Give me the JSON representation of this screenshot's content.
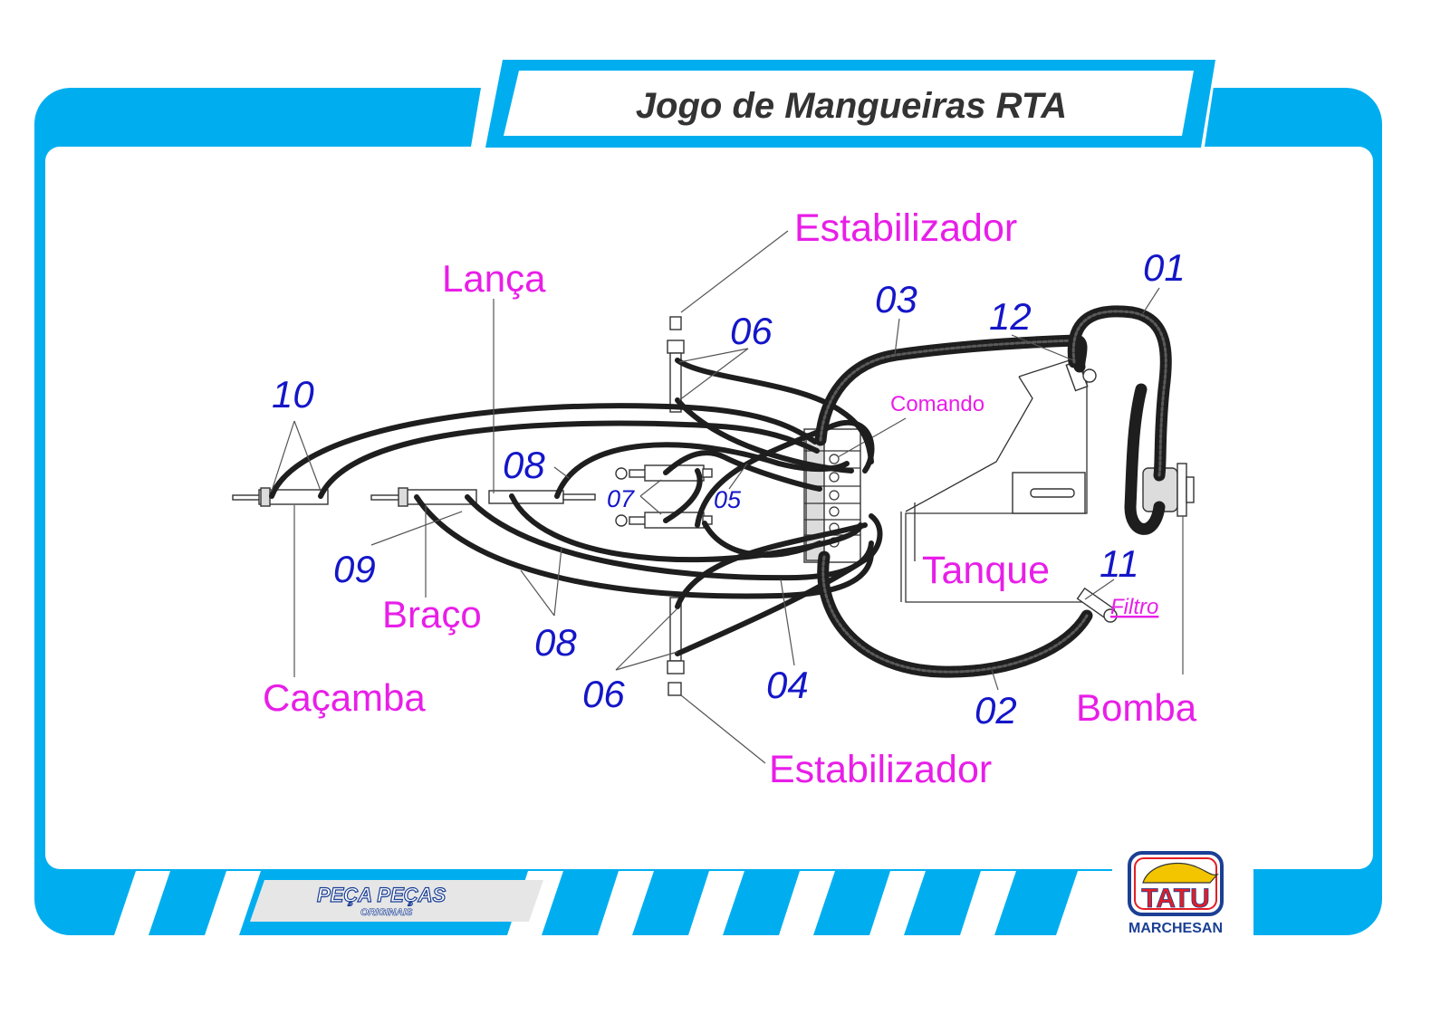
{
  "title": "Jogo de Mangueiras RTA",
  "labels": {
    "estabilizador_top": "Estabilizador",
    "estabilizador_bottom": "Estabilizador",
    "lanca": "Lança",
    "braco": "Braço",
    "cacamba": "Caçamba",
    "comando": "Comando",
    "tanque": "Tanque",
    "filtro": "Filtro",
    "bomba": "Bomba"
  },
  "numbers": {
    "n01": "01",
    "n02": "02",
    "n03": "03",
    "n04": "04",
    "n05": "05",
    "n06_top": "06",
    "n06_bottom": "06",
    "n07": "07",
    "n08_top": "08",
    "n08_bottom": "08",
    "n09": "09",
    "n10": "10",
    "n11": "11",
    "n12": "12"
  },
  "footer": {
    "peca_logo": "PEÇA PEÇAS",
    "peca_sub": "ORIGINAIS",
    "brand": "TATU",
    "brand_sub": "MARCHESAN"
  },
  "colors": {
    "frame": "#00aeef",
    "label_pink": "#e81ee8",
    "label_blue": "#1416c8",
    "brand_red": "#e31e24",
    "brand_blue": "#1b3f94"
  }
}
